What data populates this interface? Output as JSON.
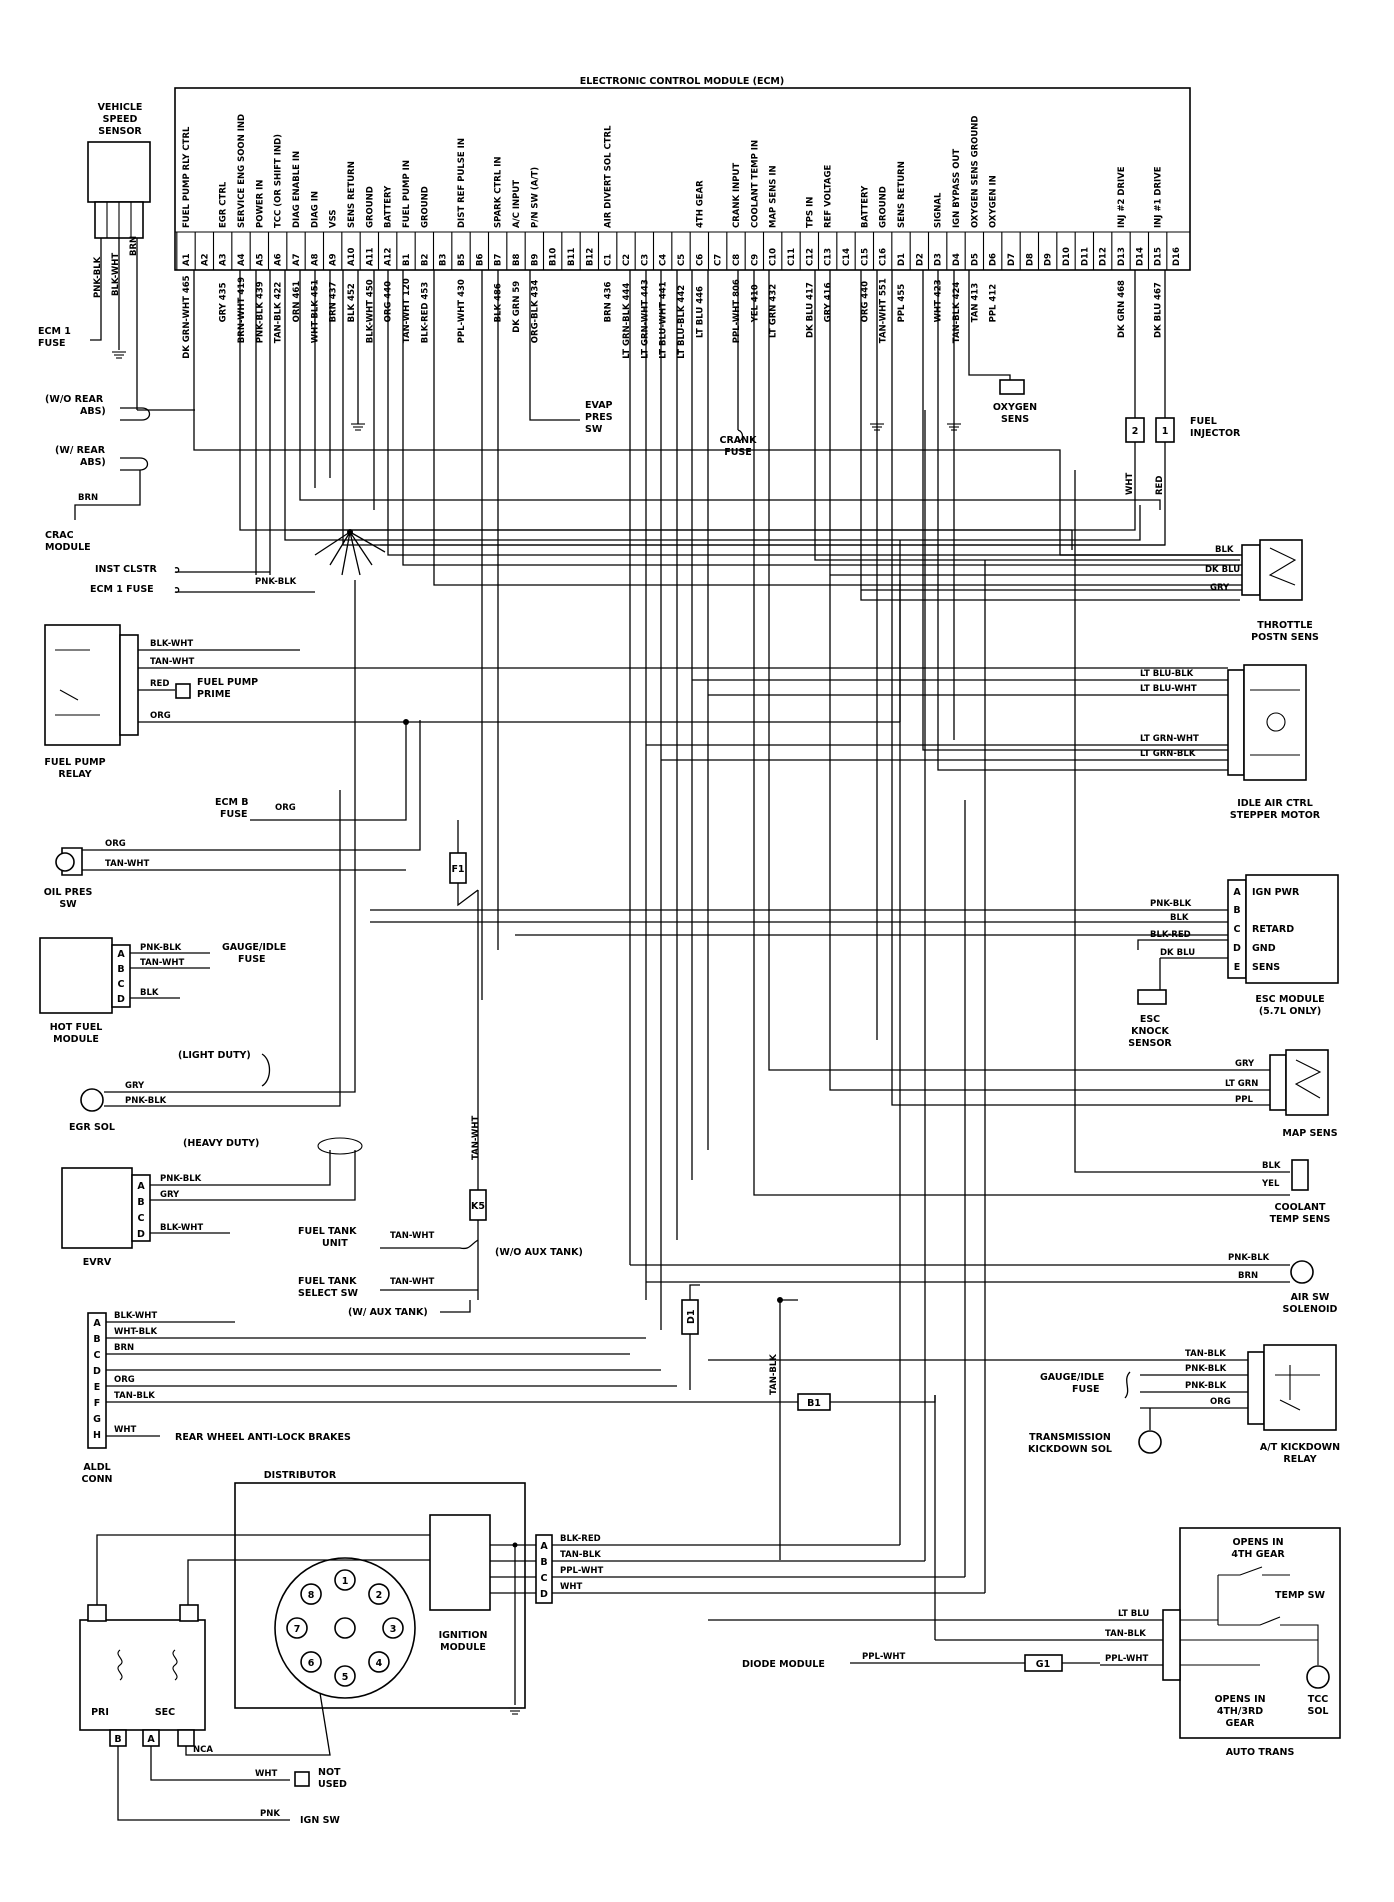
{
  "ecm": {
    "title": "ELECTRONIC CONTROL MODULE (ECM)",
    "pins": [
      {
        "id": "A1",
        "fn": "FUEL PUMP RLY CTRL",
        "wire": "DK GRN-WHT 465"
      },
      {
        "id": "A2",
        "fn": "",
        "wire": ""
      },
      {
        "id": "A3",
        "fn": "EGR CTRL",
        "wire": "GRY 435"
      },
      {
        "id": "A4",
        "fn": "SERVICE ENG SOON IND",
        "wire": "BRN-WHT 419"
      },
      {
        "id": "A5",
        "fn": "POWER IN",
        "wire": "PNK-BLK 439"
      },
      {
        "id": "A6",
        "fn": "TCC (OR SHIFT IND)",
        "wire": "TAN-BLK 422"
      },
      {
        "id": "A7",
        "fn": "DIAG ENABLE IN",
        "wire": "ORN 461"
      },
      {
        "id": "A8",
        "fn": "DIAG IN",
        "wire": "WHT-BLK 451"
      },
      {
        "id": "A9",
        "fn": "VSS",
        "wire": "BRN 437"
      },
      {
        "id": "A10",
        "fn": "SENS RETURN",
        "wire": "BLK 452"
      },
      {
        "id": "A11",
        "fn": "GROUND",
        "wire": "BLK-WHT 450"
      },
      {
        "id": "A12",
        "fn": "BATTERY",
        "wire": "ORG 440"
      },
      {
        "id": "B1",
        "fn": "FUEL PUMP IN",
        "wire": "TAN-WHT 120"
      },
      {
        "id": "B2",
        "fn": "GROUND",
        "wire": "BLK-RED 453"
      },
      {
        "id": "B3",
        "fn": "",
        "wire": ""
      },
      {
        "id": "B5",
        "fn": "DIST REF PULSE IN",
        "wire": "PPL-WHT 430"
      },
      {
        "id": "B6",
        "fn": "",
        "wire": ""
      },
      {
        "id": "B7",
        "fn": "SPARK CTRL IN",
        "wire": "BLK 486"
      },
      {
        "id": "B8",
        "fn": "A/C INPUT",
        "wire": "DK GRN 59"
      },
      {
        "id": "B9",
        "fn": "P/N SW (A/T)",
        "wire": "ORG-BLK 434"
      },
      {
        "id": "B10",
        "fn": "",
        "wire": ""
      },
      {
        "id": "B11",
        "fn": "",
        "wire": ""
      },
      {
        "id": "B12",
        "fn": "",
        "wire": ""
      },
      {
        "id": "C1",
        "fn": "AIR DIVERT SOL CTRL",
        "wire": "BRN 436"
      },
      {
        "id": "C2",
        "fn": "",
        "wire": "LT GRN-BLK 444"
      },
      {
        "id": "C3",
        "fn": "",
        "wire": "LT GRN-WHT 443"
      },
      {
        "id": "C4",
        "fn": "",
        "wire": "LT BLU-WHT 441"
      },
      {
        "id": "C5",
        "fn": "",
        "wire": "LT BLU-BLK 442"
      },
      {
        "id": "C6",
        "fn": "4TH GEAR",
        "wire": "LT BLU 446"
      },
      {
        "id": "C7",
        "fn": "",
        "wire": ""
      },
      {
        "id": "C8",
        "fn": "CRANK INPUT",
        "wire": "PPL-WHT 806"
      },
      {
        "id": "C9",
        "fn": "COOLANT TEMP IN",
        "wire": "YEL 410"
      },
      {
        "id": "C10",
        "fn": "MAP SENS IN",
        "wire": "LT GRN 432"
      },
      {
        "id": "C11",
        "fn": "",
        "wire": ""
      },
      {
        "id": "C12",
        "fn": "TPS IN",
        "wire": "DK BLU 417"
      },
      {
        "id": "C13",
        "fn": "REF VOLTAGE",
        "wire": "GRY 416"
      },
      {
        "id": "C14",
        "fn": "",
        "wire": ""
      },
      {
        "id": "C15",
        "fn": "BATTERY",
        "wire": "ORG 440"
      },
      {
        "id": "C16",
        "fn": "GROUND",
        "wire": "TAN-WHT 551"
      },
      {
        "id": "D1",
        "fn": "SENS RETURN",
        "wire": "PPL 455"
      },
      {
        "id": "D2",
        "fn": "",
        "wire": ""
      },
      {
        "id": "D3",
        "fn": "SIGNAL",
        "wire": "WHT 423"
      },
      {
        "id": "D4",
        "fn": "IGN BYPASS OUT",
        "wire": "TAN-BLK 424"
      },
      {
        "id": "D5",
        "fn": "OXYGEN SENS GROUND",
        "wire": "TAN 413"
      },
      {
        "id": "D6",
        "fn": "OXYGEN IN",
        "wire": "PPL 412"
      },
      {
        "id": "D7",
        "fn": "",
        "wire": ""
      },
      {
        "id": "D8",
        "fn": "",
        "wire": ""
      },
      {
        "id": "D9",
        "fn": "",
        "wire": ""
      },
      {
        "id": "D10",
        "fn": "",
        "wire": ""
      },
      {
        "id": "D11",
        "fn": "",
        "wire": ""
      },
      {
        "id": "D12",
        "fn": "",
        "wire": ""
      },
      {
        "id": "D13",
        "fn": "INJ #2 DRIVE",
        "wire": "DK GRN 468"
      },
      {
        "id": "D14",
        "fn": "",
        "wire": ""
      },
      {
        "id": "D15",
        "fn": "INJ #1 DRIVE",
        "wire": "DK BLU 467"
      },
      {
        "id": "D16",
        "fn": "",
        "wire": ""
      }
    ]
  },
  "labels": {
    "vss_1": "VEHICLE",
    "vss_2": "SPEED",
    "vss_3": "SENSOR",
    "vss_w1": "PNK-BLK",
    "vss_w2": "BLK-WHT",
    "vss_w3": "BRN",
    "ecm1_fuse_1": "ECM 1",
    "ecm1_fuse_2": "FUSE",
    "wo_rear_abs_1": "(W/O REAR",
    "wo_rear_abs_2": "ABS)",
    "w_rear_abs_1": "(W/ REAR",
    "w_rear_abs_2": "ABS)",
    "crac_1": "CRAC",
    "crac_2": "MODULE",
    "inst_clstr": "INST CLSTR",
    "ecm1_fuse_b": "ECM 1 FUSE",
    "evap_1": "EVAP",
    "evap_2": "PRES",
    "evap_3": "SW",
    "crank_1": "CRANK",
    "crank_2": "FUSE",
    "oxy_1": "OXYGEN",
    "oxy_2": "SENS",
    "inj1": "1",
    "inj2": "2",
    "fuel_inj_1": "FUEL",
    "fuel_inj_2": "INJECTOR",
    "tps_1": "THROTTLE",
    "tps_2": "POSTN SENS",
    "iac_1": "IDLE AIR CTRL",
    "iac_2": "STEPPER MOTOR",
    "fpr_1": "FUEL PUMP",
    "fpr_2": "RELAY",
    "fpp_1": "FUEL PUMP",
    "fpp_2": "PRIME",
    "ecmb_1": "ECM B",
    "ecmb_2": "FUSE",
    "oil_1": "OIL PRES",
    "oil_2": "SW",
    "f1": "F1",
    "k5": "K5",
    "d1": "D1",
    "b1": "B1",
    "g1": "G1",
    "gauge_idle_1": "GAUGE/IDLE",
    "gauge_idle_2": "FUSE",
    "hfm_1": "HOT FUEL",
    "hfm_2": "MODULE",
    "esc_ign_pwr": "IGN PWR",
    "esc_retard": "RETARD",
    "esc_gnd": "GND",
    "esc_sens": "SENS",
    "esc_mod_1": "ESC MODULE",
    "esc_mod_2": "(5.7L ONLY)",
    "knock_1": "ESC",
    "knock_2": "KNOCK",
    "knock_3": "SENSOR",
    "map_sens": "MAP SENS",
    "light_duty": "(LIGHT DUTY)",
    "heavy_duty": "(HEAVY DUTY)",
    "egr_sol": "EGR SOL",
    "evrv": "EVRV",
    "ftu_1": "FUEL TANK",
    "ftu_2": "UNIT",
    "wo_aux_tank": "(W/O AUX TANK)",
    "fts_1": "FUEL TANK",
    "fts_2": "SELECT SW",
    "w_aux_tank": "(W/ AUX TANK)",
    "cts_1": "COOLANT",
    "cts_2": "TEMP SENS",
    "air_sw_1": "AIR SW",
    "air_sw_2": "SOLENOID",
    "aldl_1": "ALDL",
    "aldl_2": "CONN",
    "rear_abs": "REAR WHEEL ANTI-LOCK BRAKES",
    "atk_1": "A/T KICKDOWN",
    "atk_2": "RELAY",
    "tks_1": "TRANSMISSION",
    "tks_2": "KICKDOWN SOL",
    "distributor": "DISTRIBUTOR",
    "im_1": "IGNITION",
    "im_2": "MODULE",
    "pri": "PRI",
    "sec": "SEC",
    "nca": "NCA",
    "not_used_1": "NOT",
    "not_used_2": "USED",
    "ign_sw": "IGN SW",
    "open4_1": "OPENS IN",
    "open4_2": "4TH GEAR",
    "temp_sw": "TEMP SW",
    "open3_1": "OPENS IN",
    "open3_2": "4TH/3RD",
    "open3_3": "GEAR",
    "tcc_1": "TCC",
    "tcc_2": "SOL",
    "auto_trans": "AUTO TRANS",
    "diode_module": "DIODE MODULE",
    "pin_a": "A",
    "pin_b": "B",
    "pin_c": "C",
    "pin_d": "D",
    "pin_e": "E",
    "pin_f": "F",
    "pin_g": "G",
    "pin_h": "H",
    "blk": "BLK",
    "blk_wht": "BLK-WHT",
    "blk_red": "BLK-RED",
    "wht_blk": "WHT-BLK",
    "tan_wht": "TAN-WHT",
    "tan_blk": "TAN-BLK",
    "pnk_blk": "PNK-BLK",
    "pnk": "PNK",
    "red": "RED",
    "org": "ORG",
    "gry": "GRY",
    "brn": "BRN",
    "wht": "WHT",
    "yel": "YEL",
    "ppl": "PPL",
    "dk_blu": "DK BLU",
    "lt_grn": "LT GRN",
    "lt_blu": "LT BLU",
    "ppl_wht": "PPL-WHT",
    "lt_blu_blk": "LT BLU-BLK",
    "lt_blu_wht": "LT BLU-WHT",
    "lt_grn_wht": "LT GRN-WHT",
    "lt_grn_blk": "LT GRN-BLK"
  },
  "cap_terminals": [
    "1",
    "2",
    "3",
    "4",
    "5",
    "6",
    "7",
    "8"
  ]
}
